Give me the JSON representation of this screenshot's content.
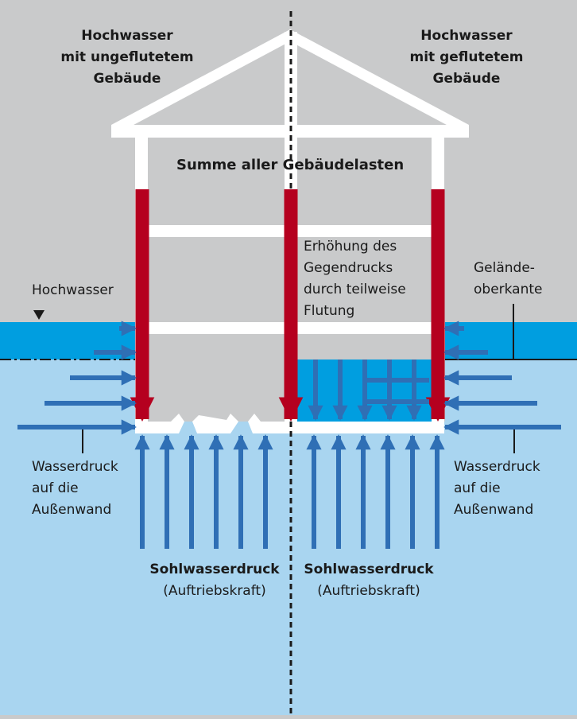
{
  "left_title": [
    "Hochwasser",
    "mit ungeflutetem",
    "Gebäude"
  ],
  "right_title": [
    "Hochwasser",
    "mit geflutetem",
    "Gebäude"
  ],
  "loads_label": "Summe aller Gebäudelasten",
  "counter_pressure_label": [
    "Erhöhung des",
    "Gegendrucks",
    "durch teilweise",
    "Flutung"
  ],
  "flood_label": "Hochwasser",
  "ground_label": [
    "Gelände-",
    "oberkante"
  ],
  "wall_pressure_left": [
    "Wasserdruck",
    "auf die",
    "Außenwand"
  ],
  "wall_pressure_right": [
    "Wasserdruck",
    "auf die",
    "Außenwand"
  ],
  "uplift_left": {
    "title": "Sohlwasserdruck",
    "sub": "(Auftriebskraft)"
  },
  "uplift_right": {
    "title": "Sohlwasserdruck",
    "sub": "(Auftriebskraft)"
  },
  "colors": {
    "sky": "#c9cacb",
    "flood_water": "#009ee0",
    "ground_water": "#a9d5f0",
    "arrow_blue": "#2f6fb5",
    "load_red": "#b5001f",
    "structure": "#ffffff",
    "text": "#1a1a1a"
  }
}
